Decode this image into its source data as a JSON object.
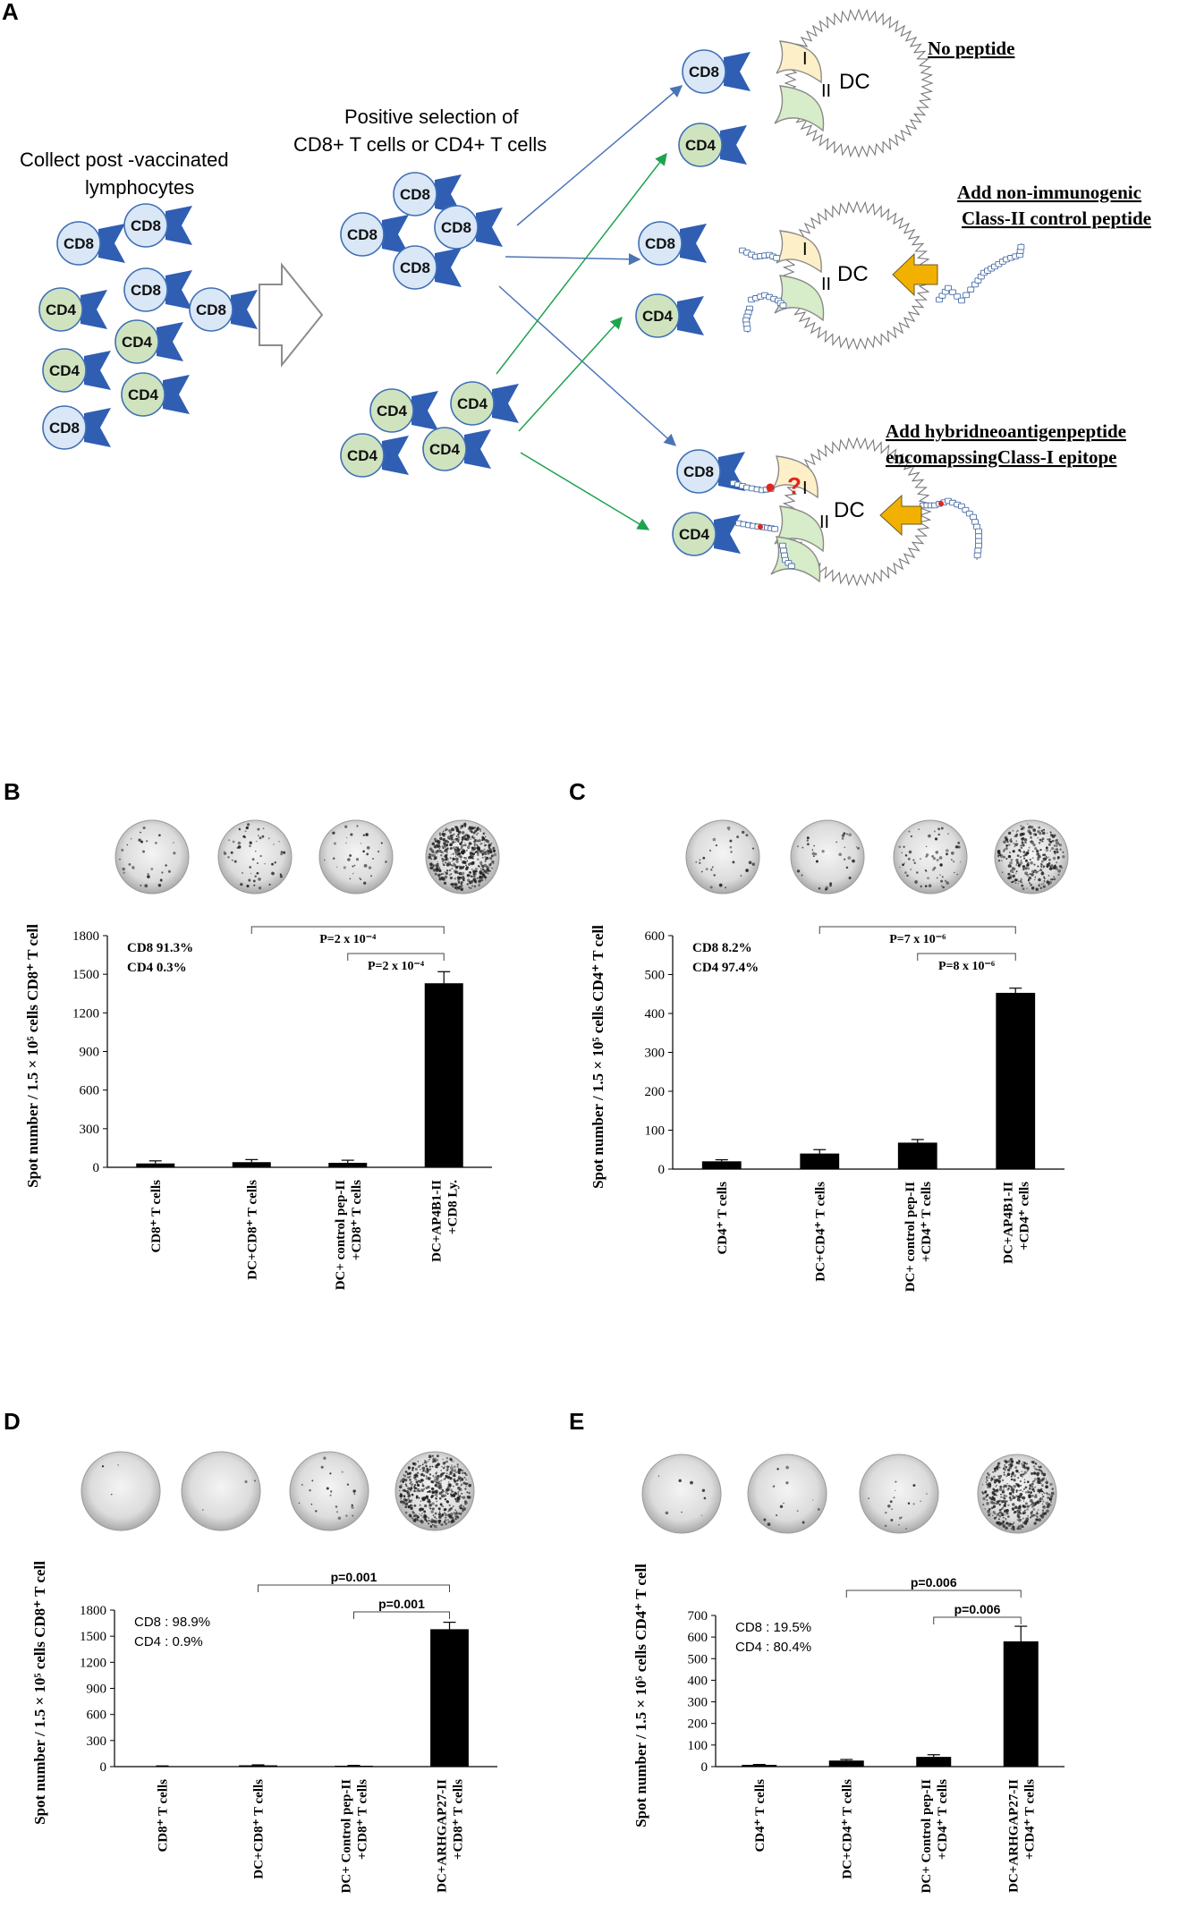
{
  "colors": {
    "cd8_fill": "#d9e7f7",
    "cd4_fill": "#cfe3bf",
    "cell_stroke": "#3f6fb5",
    "receptor": "#2f5eb3",
    "arrow_blue": "#4a74b8",
    "arrow_green": "#1ea34f",
    "yellow_arrow": "#f2b100",
    "class1_fill": "#fdf0c8",
    "class2_fill": "#d7ecc8",
    "bar": "#000000",
    "red": "#e0271f"
  },
  "panelA": {
    "letter": "A",
    "collect_line1": "Collect post     -vaccinated",
    "collect_line2": "lymphocytes",
    "select_line1": "Positive selection of",
    "select_line2": "CD8+ T cells or CD4+ T cells",
    "cd8": "CD8",
    "cd4": "CD4",
    "dc": "DC",
    "class1": "I",
    "class2": "II",
    "question": "?",
    "cond1": "No peptide",
    "cond2_line1": "Add non-immunogenic",
    "cond2_line2": "Class-II control peptide",
    "cond3_line1": "Add hybridneoantigenpeptide",
    "cond3_line2": "encomapssingClass-I epitope"
  },
  "chart_data": [
    {
      "panel": "B",
      "type": "bar",
      "ylabel": "Spot number / 1.5 × 10⁵ cells CD8⁺ T cell",
      "ylim": [
        0,
        1800
      ],
      "yticks": [
        0,
        300,
        600,
        900,
        1200,
        1500,
        1800
      ],
      "categories": [
        [
          "CD8⁺ T cells"
        ],
        [
          "DC+CD8⁺ T cells"
        ],
        [
          "DC+ control pep-II",
          "+CD8⁺ T cells"
        ],
        [
          "DC+AP4B1-II",
          "+CD8 Ly."
        ]
      ],
      "values": [
        30,
        40,
        35,
        1430
      ],
      "errors": [
        20,
        20,
        20,
        90
      ],
      "info": [
        "CD8 91.3%",
        "CD4 0.3%"
      ],
      "brackets": [
        {
          "from": 1,
          "to": 3,
          "label": "P=2 x 10⁻⁴"
        },
        {
          "from": 2,
          "to": 3,
          "label": "P=2 x 10⁻⁴"
        }
      ],
      "well_density": [
        0.05,
        0.1,
        0.06,
        1.0
      ]
    },
    {
      "panel": "C",
      "type": "bar",
      "ylabel": "Spot number / 1.5 × 10⁵ cells CD4⁺ T cell",
      "ylim": [
        0,
        600
      ],
      "yticks": [
        0,
        100,
        200,
        300,
        400,
        500,
        600
      ],
      "categories": [
        [
          "CD4⁺ T cells"
        ],
        [
          "DC+CD4⁺ T cells"
        ],
        [
          "DC+ control pep-II",
          "+CD4⁺ T cells"
        ],
        [
          "DC+AP4B1-II",
          "+CD4⁺ cells"
        ]
      ],
      "values": [
        20,
        40,
        68,
        453
      ],
      "errors": [
        4,
        10,
        8,
        12
      ],
      "info": [
        "CD8 8.2%",
        "CD4 97.4%"
      ],
      "brackets": [
        {
          "from": 1,
          "to": 3,
          "label": "P=7 x 10⁻⁶"
        },
        {
          "from": 2,
          "to": 3,
          "label": "P=8 x 10⁻⁶"
        }
      ],
      "well_density": [
        0.05,
        0.06,
        0.12,
        0.55
      ]
    },
    {
      "panel": "D",
      "type": "bar",
      "ylabel": "Spot number / 1.5 × 10⁵ cells CD8⁺ T cell",
      "ylim": [
        0,
        1800
      ],
      "yticks": [
        0,
        300,
        600,
        900,
        1200,
        1500,
        1800
      ],
      "categories": [
        [
          "CD8⁺ T cells"
        ],
        [
          "DC+CD8⁺ T cells"
        ],
        [
          "DC+ Control pep-II",
          "+CD8⁺ T cells"
        ],
        [
          "DC+ARHGAP27-II",
          "+CD8⁺ T cells"
        ]
      ],
      "values": [
        5,
        15,
        10,
        1580
      ],
      "errors": [
        3,
        5,
        4,
        80
      ],
      "info": [
        "CD8 : 98.9%",
        "CD4 : 0.9%"
      ],
      "brackets": [
        {
          "from": 1,
          "to": 3,
          "label": "p=0.001"
        },
        {
          "from": 2,
          "to": 3,
          "label": "p=0.001"
        }
      ],
      "well_density": [
        0.0,
        0.0,
        0.04,
        1.0
      ]
    },
    {
      "panel": "E",
      "type": "bar",
      "ylabel": "Spot number / 1.5 × 10⁵ cells CD4⁺ T cell",
      "ylim": [
        0,
        700
      ],
      "yticks": [
        0,
        100,
        200,
        300,
        400,
        500,
        600,
        700
      ],
      "categories": [
        [
          "CD4⁺ T cells"
        ],
        [
          "DC+CD4⁺ T cells"
        ],
        [
          "DC+ Control pep-II",
          "+CD4⁺ T cells"
        ],
        [
          "DC+ARHGAP27-II",
          "+CD4⁺ T cells"
        ]
      ],
      "values": [
        8,
        28,
        45,
        580
      ],
      "errors": [
        2,
        5,
        10,
        70
      ],
      "info": [
        "CD8 : 19.5%",
        "CD4 : 80.4%"
      ],
      "brackets": [
        {
          "from": 1,
          "to": 3,
          "label": "p=0.006"
        },
        {
          "from": 2,
          "to": 3,
          "label": "p=0.006"
        }
      ],
      "well_density": [
        0.01,
        0.02,
        0.03,
        0.9
      ]
    }
  ]
}
